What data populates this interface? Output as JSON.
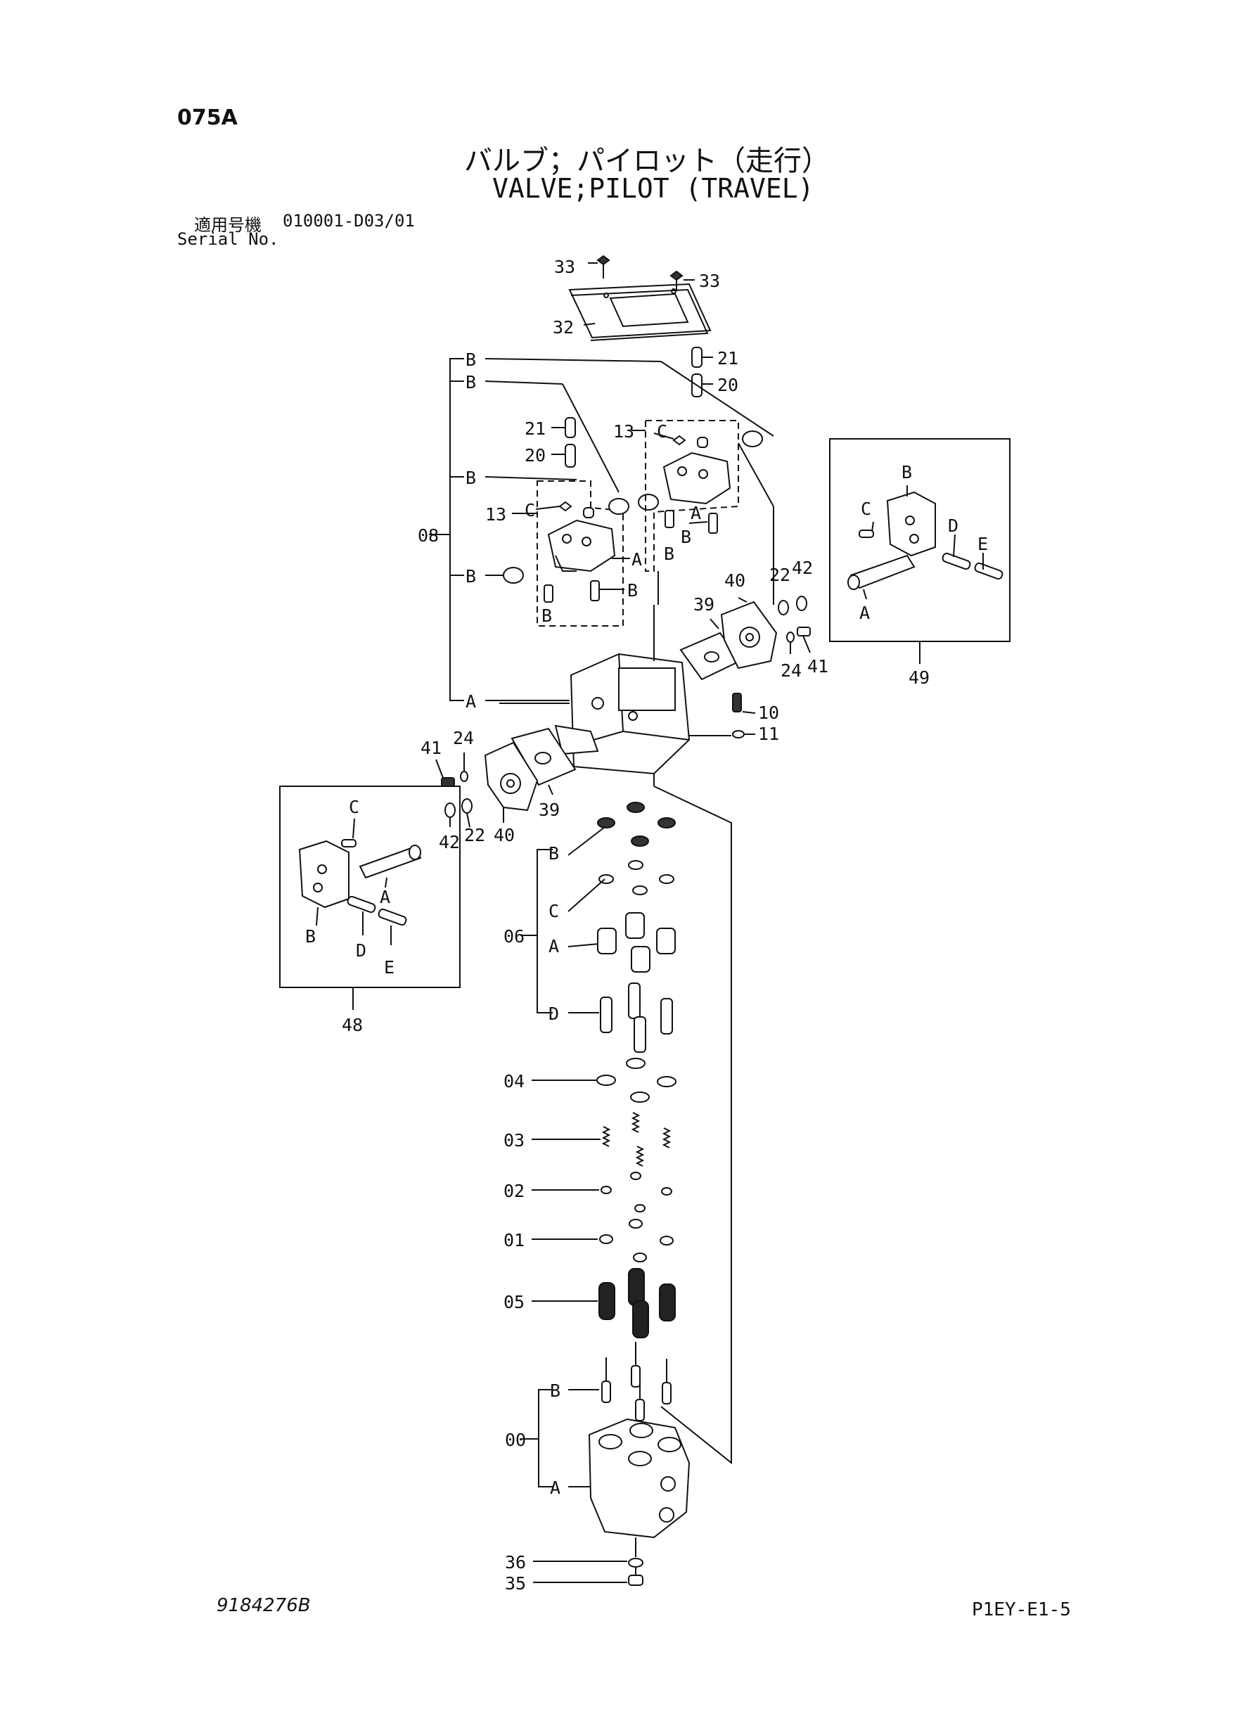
{
  "header": {
    "page_code": "075A",
    "title_jp": "バルブ；パイロット（走行）",
    "title_en": "VALVE;PILOT (TRAVEL)",
    "serial_label_jp": "適用号機",
    "serial_value": "010001-D03/01",
    "serial_label_en": "Serial No."
  },
  "footer": {
    "drawing_number": "9184276B",
    "sheet_code": "P1EY-E1-5"
  },
  "callouts": {
    "c33a": "33",
    "c33b": "33",
    "c32": "32",
    "c21r": "21",
    "c20r": "20",
    "c21l": "21",
    "c20l": "20",
    "c13l": "13",
    "c13r": "13",
    "c08": "08",
    "g08_b1": "B",
    "g08_b2": "B",
    "g08_b3": "B",
    "g08_b4": "B",
    "g08_a": "A",
    "l_c": "C",
    "l_a": "A",
    "l_b1": "B",
    "l_b2": "B",
    "r_c": "C",
    "r_a": "A",
    "r_b1": "B",
    "r_b2": "B",
    "c40r": "40",
    "c39r": "39",
    "c22r": "22",
    "c42r": "42",
    "c24r": "24",
    "c41r": "41",
    "c10": "10",
    "c11": "11",
    "c41l": "41",
    "c24l": "24",
    "c39l": "39",
    "c40l": "40",
    "c42l": "42",
    "c22l": "22",
    "box49_b": "B",
    "box49_c": "C",
    "box49_d": "D",
    "box49_e": "E",
    "box49_a": "A",
    "c49": "49",
    "box48_c": "C",
    "box48_a": "A",
    "box48_b": "B",
    "box48_d": "D",
    "box48_e": "E",
    "c48": "48",
    "c06": "06",
    "g06_b": "B",
    "g06_c": "C",
    "g06_a": "A",
    "g06_d": "D",
    "c04": "04",
    "c03": "03",
    "c02": "02",
    "c01": "01",
    "c05": "05",
    "c00": "00",
    "g00_b": "B",
    "g00_a": "A",
    "c36": "36",
    "c35": "35"
  }
}
